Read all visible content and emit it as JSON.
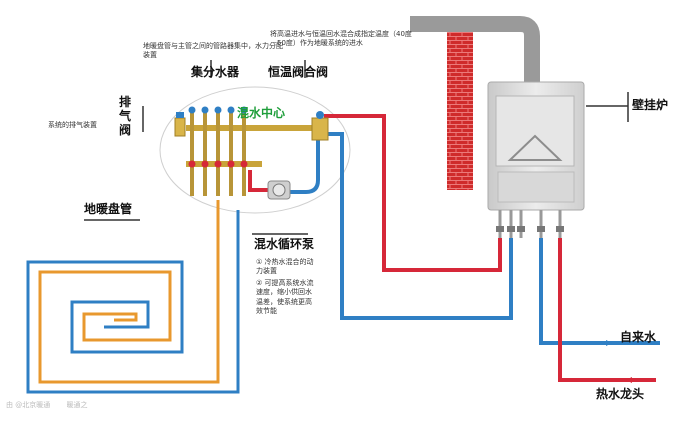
{
  "labels": {
    "exhaust_valve": "排气阀",
    "exhaust_note": "系统的排气装置",
    "manifold": "集分水器",
    "manifold_note": "地暖盘管与主管之间的管路器集中，水力分配装置",
    "thermo_valve": "恒温阀合阀",
    "thermo_note": "将高温进水与恒温回水混合成指定温度（40度－50度）作为地暖系统的进水",
    "mixing_center": "混水中心",
    "floor_coil": "地暖盘管",
    "pump": "混水循环泵",
    "pump_notes": [
      "冷热水混合的动力装置",
      "可提高系统水流速度，缩小供回水温差，使系统更高效节能"
    ],
    "boiler": "壁挂炉",
    "tap_water": "自来水",
    "hot_tap": "热水龙头",
    "watermark": "由 @北京暖通　　 暖通之"
  },
  "colors": {
    "supply_pipe": "#d62839",
    "return_pipe": "#2f7fc4",
    "coil_supply": "#e8982e",
    "chimney": "#cf2b2b",
    "flue": "#9a9a9a",
    "boiler_body": "#dedede",
    "mixing_center_text": "#1e9e3a"
  },
  "icons": [
    "exhaust-valve-icon",
    "manifold-icon",
    "pump-icon",
    "wall-boiler-icon",
    "chimney-icon"
  ]
}
